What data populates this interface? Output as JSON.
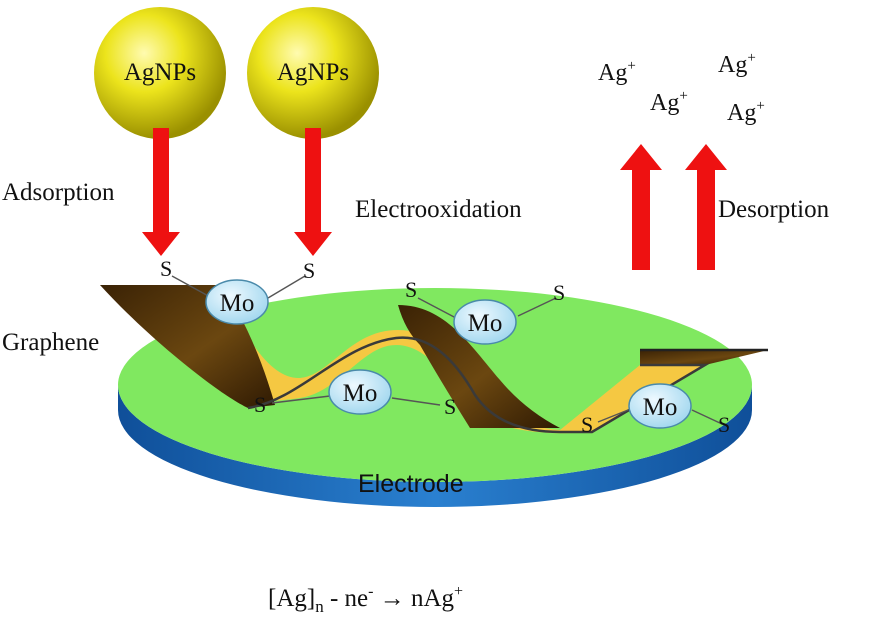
{
  "particles": [
    {
      "label": "AgNPs"
    },
    {
      "label": "AgNPs"
    }
  ],
  "labels": {
    "adsorption": "Adsorption",
    "electrooxidation": "Electrooxidation",
    "desorption": "Desorption",
    "graphene": "Graphene",
    "electrode": "Electrode"
  },
  "ions": [
    {
      "base": "Ag",
      "charge": "+"
    },
    {
      "base": "Ag",
      "charge": "+"
    },
    {
      "base": "Ag",
      "charge": "+"
    },
    {
      "base": "Ag",
      "charge": "+"
    }
  ],
  "mos2": {
    "metal": "Mo",
    "sulfur": "S"
  },
  "equation": {
    "part1": "[Ag]",
    "sub_n": "n",
    "part2": " - ne",
    "sup_minus": "-",
    "part3": " → nAg",
    "sup_plus": "+"
  },
  "colors": {
    "nanoparticle": "#e8e21a",
    "arrow": "#ee1111",
    "electrode_top": "#80e860",
    "electrode_side": "#1f6fc0",
    "graphene_dark": "#5a3a0a",
    "graphene_light": "#f5c842",
    "mo_fill": "#bfe6f5"
  }
}
